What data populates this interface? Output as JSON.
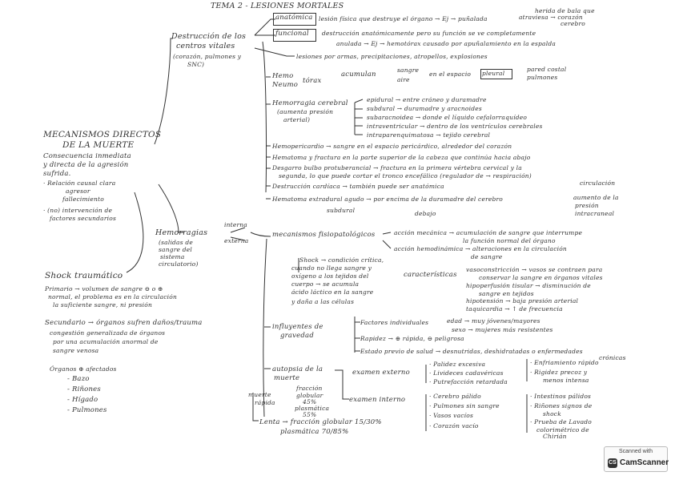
{
  "title": "TEMA 2 - LESIONES MORTALES",
  "n": {
    "herida": "herida de bala que",
    "atraviesa": "atraviesa → corazón",
    "cerebro": "cerebro",
    "anatomica": "anatómica",
    "anat_txt": "lesión física que destruye el órgano → Ej → puñalada",
    "funcional": "funcional",
    "func_txt1": "destrucción anatómicamente pero su función se ve completamente",
    "func_txt2": "anulada → Ej → hemotórax causado por apuñalamiento en la espalda",
    "destruccion1": "Destrucción de los",
    "destruccion2": "centros vitales",
    "destruccion3": "(corazón, pulmones y",
    "destruccion4": "SNC)",
    "lesiones": "lesiones por armas, precipitaciones, atropellos, explosiones",
    "hemo1": "Hemo",
    "hemo2": "Neumo",
    "torax": "tórax",
    "acumulan": "acumulan",
    "sangre": "sangre",
    "aire": "aire",
    "espacio": "en el espacio",
    "pleural": "pleural",
    "pared": "pared costal",
    "pulmones": "pulmones",
    "hemorragia1": "Hemorragia cerebral",
    "hemorragia2": "(aumenta presión",
    "hemorragia3": "arterial)",
    "epidural": "epidural → entre cráneo y duramadre",
    "subdural": "subdural → duramadre y aracnoides",
    "subaracnoidea": "subaracnoidea → donde el líquido cefalorraquídeo",
    "intraventricular": "intraventricular → dentro de los ventrículos cerebrales",
    "intraparenquimatosa": "intraparenquimatosa → tejido cerebral",
    "hemopericardio": "Hemopericardio → sangre en el espacio pericárdico, alrededor del corazón",
    "hematoma": "Hematoma y fractura en la parte superior de la cabeza que continúa hacia abajo",
    "desgarro1": "Desgarro bulbo protuberancial → fractura en la primera vértebra cervical y la",
    "desgarro2": "segunda, lo que puede cortar el tronco encefálico (regulador de → respiración)",
    "circulacion": "circulación",
    "destruccion_card": "Destrucción cardíaca → también puede ser anatómica",
    "hematoma_ext": "Hematoma extradural agudo → por encima de la duramadre del cerebro",
    "aumento": "aumento de la",
    "presion1": "presión",
    "presion2": "intracraneal",
    "subdural2": "subdural",
    "debajo": "debajo",
    "mecanismos1": "MECANISMOS DIRECTOS",
    "mecanismos2": "DE LA MUERTE",
    "consecuencia1": "Consecuencia inmediata",
    "consecuencia2": "y directa de la agresión",
    "consecuencia3": "sufrida.",
    "relacion1": "· Relación causal clara",
    "relacion2": "agresor",
    "relacion3": "fallecimiento",
    "intervencion1": "· (no) intervención de",
    "intervencion2": "factores secundarios",
    "hemorragias1": "Hemorragias",
    "hemorragias2": "(salidas de",
    "hemorragias3": "sangre del",
    "hemorragias4": "sistema",
    "hemorragias5": "circulatorio)",
    "interna": "interna",
    "externa": "externa",
    "mecan_fisio": "mecanismos fisiopatológicos",
    "accion_mec": "acción mecánica → acumulación de sangre que interrumpe",
    "accion_mec2": "la función normal del órgano",
    "accion_hemo": "acción hemodinámica → alteraciones en la circulación",
    "accion_hemo2": "de sangre",
    "shock1": "Shock → condición crítica,",
    "shock2": "cuando no llega sangre y",
    "shock3": "oxígeno a los tejidos del",
    "shock4": "cuerpo → se acumula",
    "shock5": "ácido láctico en la sangre",
    "shock6": "y daña a las células",
    "caracteristicas": "características",
    "vaso1": "vasoconstricción → vasos se contraen para",
    "vaso2": "conservar la sangre en órganos vitales",
    "hipo1": "hipoperfusión tisular → disminución de",
    "hipo2": "sangre en tejidos",
    "hipot1": "hipotensión → baja presión arterial",
    "taqui": "taquicardia → ↑ de frecuencia",
    "influyentes1": "influyentes de",
    "influyentes2": "gravedad",
    "factores": "Factores individuales",
    "edad": "edad → muy jóvenes/mayores",
    "sexo": "sexo → mujeres más resistentes",
    "rapidez": "Rapidez → ⊕ rápida, ⊖ peligrosa",
    "estado": "Estado previo de salud → desnutridas, deshidratadas o enfermedades",
    "cronicas": "crónicas",
    "autopsia1": "autopsia de la",
    "autopsia2": "muerte",
    "ext": "examen externo",
    "palidez": "· Palidez excesiva",
    "livideces": "· Livideces cadavéricas",
    "putre": "· Putrefacción retardada",
    "enfria": "· Enfriamiento rápido",
    "rigidez1": "· Rigidez precoz y",
    "rigidez2": "menos intensa",
    "int": "examen interno",
    "cerebro_p": "· Cerebro pálido",
    "pulmones_s": "· Pulmones sin sangre",
    "vasos": "· Vasos vacíos",
    "corazon_v": "· Corazón vacío",
    "intest1": "· Intestinos pálidos",
    "rinones_s1": "· Riñones signos de",
    "rinones_s2": "shock",
    "prueba1": "· Prueba de Lavado",
    "prueba2": "colorimétrico de",
    "prueba3": "Chirián",
    "muerte_rap1": "muerte",
    "muerte_rap2": "rápida",
    "fr1": "fracción",
    "fr2": "globular",
    "fr3": "45%",
    "fr4": "plasmática",
    "fr5": "55%",
    "lenta": "Lenta → fracción globular 15/30%",
    "plasm": "plasmática 70/85%",
    "shock_title": "Shock traumático",
    "primario1": "Primario → volumen de sangre ⊖ o ⊕",
    "primario2": "normal, el problema es en la circulación",
    "primario3": "la suficiente sangre, ni presión",
    "secundario1": "Secundario → órganos sufren daños/trauma",
    "secundario2": "congestión generalizada de órganos",
    "secundario3": "por una acumulación anormal de",
    "secundario4": "sangre venosa",
    "organos": "Órganos ⊕ afectados",
    "bazo": "- Bazo",
    "rinones": "- Riñones",
    "higado": "- Hígado",
    "pulmones2": "- Pulmones"
  },
  "scanner": {
    "line1": "Scanned with",
    "line2": "CamScanner",
    "logo": "CS"
  }
}
